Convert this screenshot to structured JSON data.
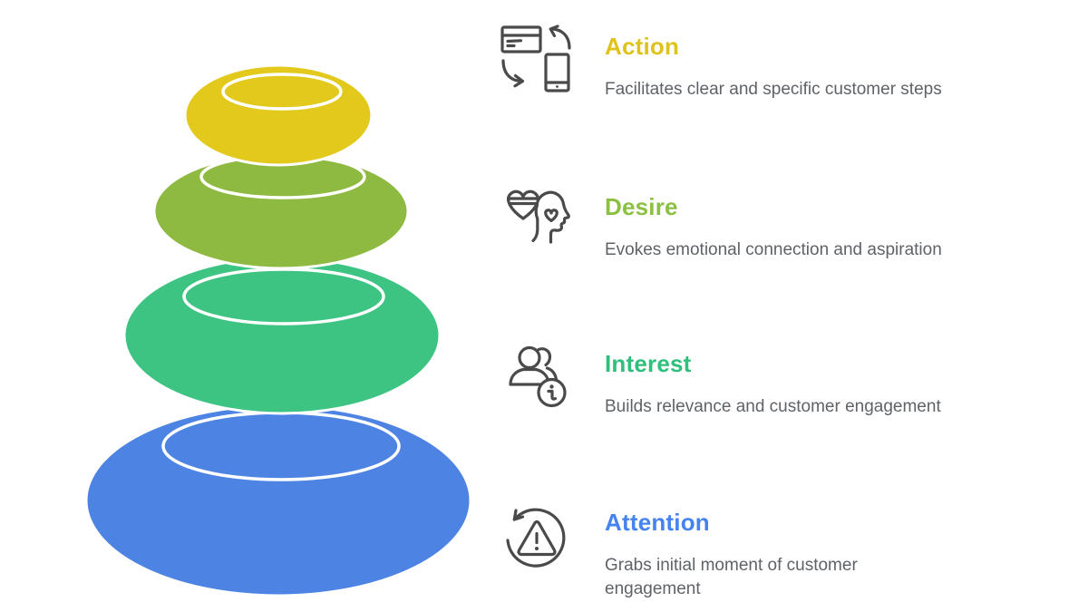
{
  "canvas": {
    "background": "#ffffff"
  },
  "colors": {
    "icon_stroke": "#4a4a4a",
    "tier_outline": "#ffffff",
    "ring_stroke": "#ffffff",
    "description_text": "#5f6368"
  },
  "funnel": {
    "type": "stacked-ellipse-funnel",
    "tiers": [
      {
        "name": "action",
        "position": "top",
        "color": "#e2c91c"
      },
      {
        "name": "desire",
        "position": "upper-middle",
        "color": "#8eba41"
      },
      {
        "name": "interest",
        "position": "lower-middle",
        "color": "#3ec482"
      },
      {
        "name": "attention",
        "position": "bottom",
        "color": "#4d84e4"
      }
    ]
  },
  "entries": [
    {
      "title": "Action",
      "title_color": "#dfc31c",
      "description": "Facilitates clear and specific customer steps",
      "icon": "card-phone-sync-icon"
    },
    {
      "title": "Desire",
      "title_color": "#8cc043",
      "description": "Evokes emotional connection and aspiration",
      "icon": "head-hearts-icon"
    },
    {
      "title": "Interest",
      "title_color": "#2ec07c",
      "description": "Builds relevance and customer engagement",
      "icon": "users-info-icon"
    },
    {
      "title": "Attention",
      "title_color": "#4584f0",
      "description": "Grabs initial moment of customer engagement",
      "icon": "warning-refresh-icon"
    }
  ]
}
